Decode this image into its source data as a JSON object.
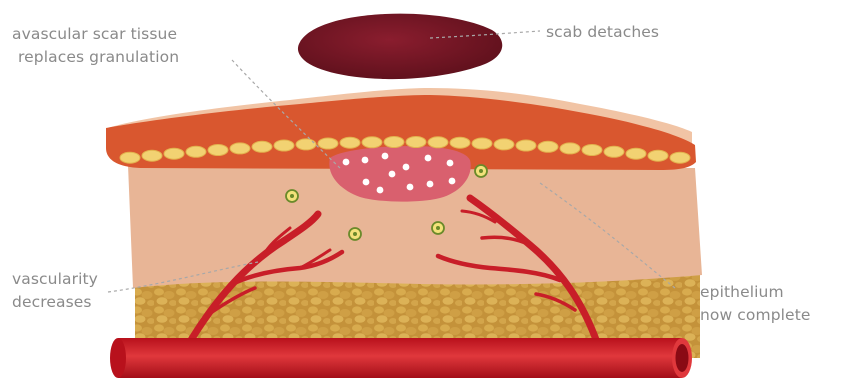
{
  "labels": {
    "scar_line1": "avascular scar tissue",
    "scar_line2": "replaces granulation",
    "scab": "scab detaches",
    "vasc_line1": "vascularity",
    "vasc_line2": "decreases",
    "epi_line1": "epithelium",
    "epi_line2": "now complete"
  },
  "colors": {
    "scab": "#6e1422",
    "epidermis": "#d9572f",
    "skin_top": "#f0c2a2",
    "basal_cells": "#f2d272",
    "dermis": "#e8b596",
    "fat": "#c99a3c",
    "vessel": "#c81e28",
    "scar": "#d9606e"
  }
}
